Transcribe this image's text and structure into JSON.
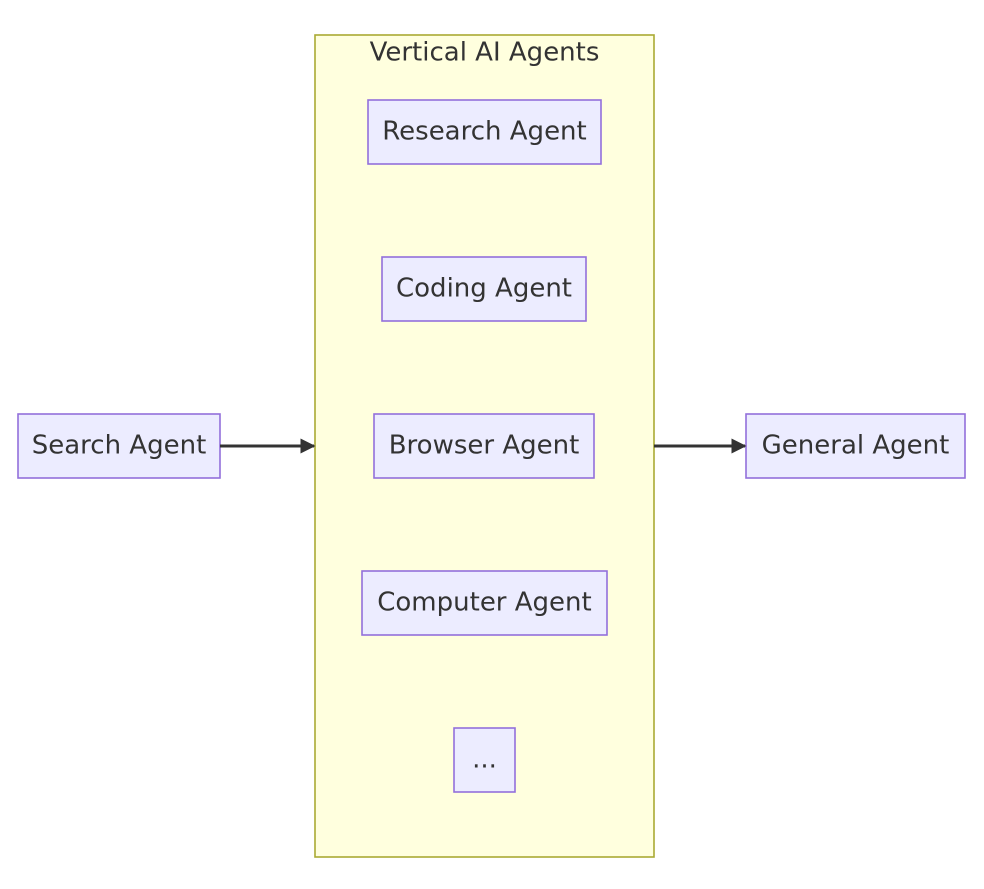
{
  "diagram": {
    "group": {
      "title": "Vertical AI Agents",
      "items": [
        {
          "label": "Research Agent"
        },
        {
          "label": "Coding Agent"
        },
        {
          "label": "Browser Agent"
        },
        {
          "label": "Computer Agent"
        },
        {
          "label": "..."
        }
      ]
    },
    "input_node": {
      "label": "Search Agent"
    },
    "output_node": {
      "label": "General Agent"
    },
    "colors": {
      "node_fill": "#ECECFF",
      "node_stroke": "#9370DB",
      "group_fill": "#FFFFDE",
      "group_stroke": "#AAAA33",
      "edge": "#333333",
      "text": "#333333"
    }
  }
}
